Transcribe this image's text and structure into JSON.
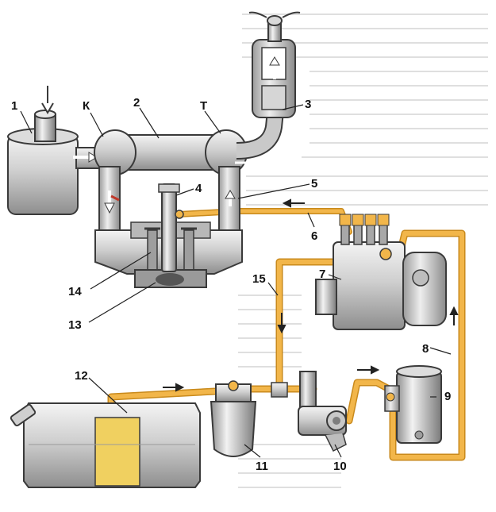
{
  "labels": {
    "n1": "1",
    "n2": "2",
    "n3": "3",
    "n4": "4",
    "n5": "5",
    "n6": "6",
    "n7": "7",
    "n8": "8",
    "n9": "9",
    "n10": "10",
    "n11": "11",
    "n12": "12",
    "n13": "13",
    "n14": "14",
    "n15": "15",
    "k": "К",
    "t": "Т"
  },
  "colors": {
    "fuel": "#f2b64a",
    "fuel_dark": "#c98a1c",
    "fuel_liquid": "#f0d060",
    "metal_light": "#e6e6e6",
    "metal_mid": "#bdbdbd",
    "metal_dark": "#7e7e7e",
    "outline": "#3a3a3a",
    "air_arrow": "#ffffff",
    "hot_arrow": "#c0392b",
    "text_bg": "#cfcfcf"
  }
}
